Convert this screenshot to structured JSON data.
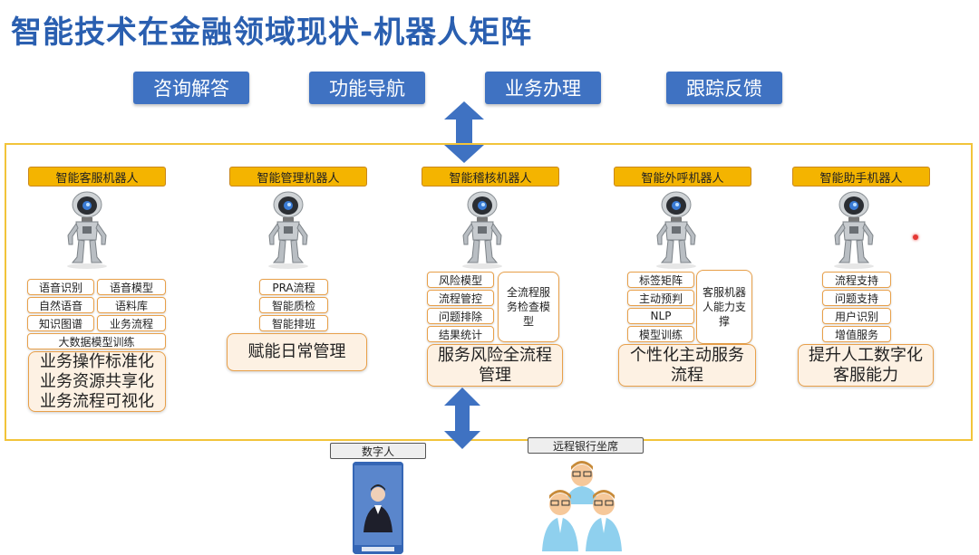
{
  "title": "智能技术在金融领域现状-机器人矩阵",
  "top_buttons": [
    "咨询解答",
    "功能导航",
    "业务办理",
    "跟踪反馈"
  ],
  "robots": [
    {
      "name": "智能客服机器人",
      "tags": [
        "语音识别",
        "语音模型",
        "自然语音",
        "语料库",
        "知识图谱",
        "业务流程"
      ],
      "wide_tag": "大数据模型训练",
      "summary": [
        "业务操作标准化",
        "业务资源共享化",
        "业务流程可视化"
      ]
    },
    {
      "name": "智能管理机器人",
      "tags": [
        "PRA流程",
        "智能质检",
        "智能排班"
      ],
      "summary": [
        "赋能日常管理"
      ]
    },
    {
      "name": "智能稽核机器人",
      "tags": [
        "风险模型",
        "流程管控",
        "问题排除",
        "结果统计"
      ],
      "side_box": "全流程服务检查模型",
      "summary": [
        "服务风险全流程",
        "管理"
      ]
    },
    {
      "name": "智能外呼机器人",
      "tags": [
        "标签矩阵",
        "主动预判",
        "NLP",
        "模型训练"
      ],
      "side_box": "客服机器人能力支撑",
      "summary": [
        "个性化主动服务",
        "流程"
      ]
    },
    {
      "name": "智能助手机器人",
      "tags": [
        "流程支持",
        "问题支持",
        "用户识别",
        "增值服务"
      ],
      "summary": [
        "提升人工数字化",
        "客服能力"
      ]
    }
  ],
  "bottom": {
    "digital_human_label": "数字人",
    "remote_seat_label": "远程银行坐席"
  },
  "colors": {
    "title": "#2a5fb0",
    "button": "#3f72c2",
    "ribbon": "#f4b400",
    "frame": "#f2c43a",
    "arrow": "#3f72c2"
  }
}
